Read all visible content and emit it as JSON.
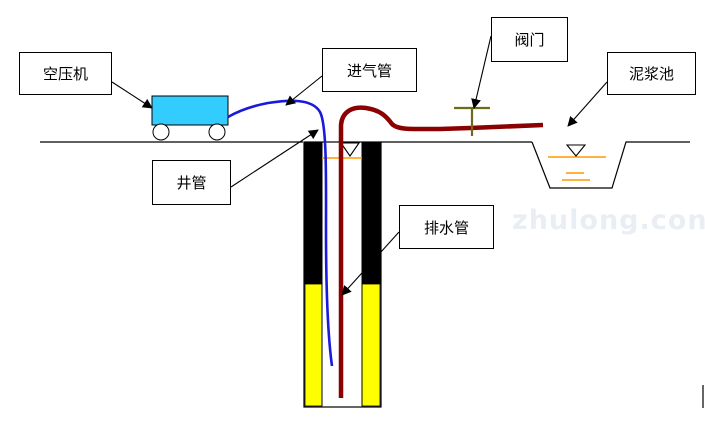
{
  "labels": {
    "compressor": "空压机",
    "air_inlet_pipe": "进气管",
    "valve": "阀门",
    "mud_pit": "泥浆池",
    "well_pipe": "井管",
    "drain_pipe": "排水管"
  },
  "watermark": "zhulong.con",
  "colors": {
    "compressor_body": "#33ccff",
    "air_pipe": "#1a1adc",
    "drain_pipe": "#8b0000",
    "valve": "#6b6b1a",
    "casing_upper": "#000000",
    "filter_gravel": "#ffff00",
    "water_level": "#ff9900",
    "outline": "#000000"
  }
}
